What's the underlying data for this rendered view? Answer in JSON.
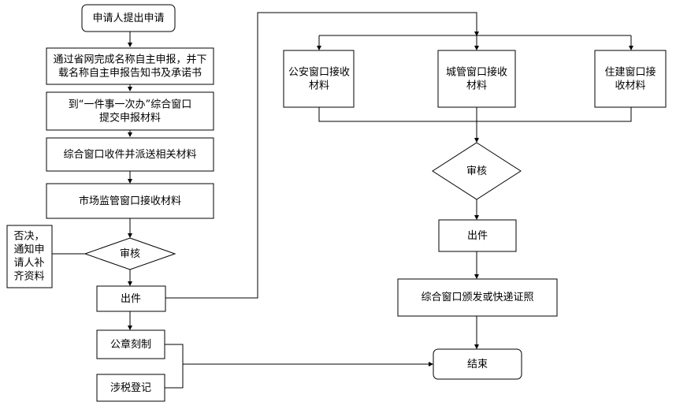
{
  "nodes": {
    "start": {
      "lines": [
        "申请人提出申请"
      ]
    },
    "online": {
      "lines": [
        "通过省网完成名称自主申报，并下",
        "载名称自主申报告知书及承诺书"
      ]
    },
    "submit": {
      "lines": [
        "到“一件事一次办”综合窗口",
        "提交申报材料"
      ]
    },
    "dispatch": {
      "lines": [
        "综合窗口收件并派送相关材料"
      ]
    },
    "market": {
      "lines": [
        "市场监管窗口接收材料"
      ]
    },
    "review1": {
      "lines": [
        "审核"
      ]
    },
    "reject": {
      "lines": [
        "否决，",
        "通知申",
        "请人补",
        "齐资料"
      ]
    },
    "issue1": {
      "lines": [
        "出件"
      ]
    },
    "seal": {
      "lines": [
        "公章刻制"
      ]
    },
    "tax": {
      "lines": [
        "涉税登记"
      ]
    },
    "police": {
      "lines": [
        "公安窗口接收",
        "材料"
      ]
    },
    "urban": {
      "lines": [
        "城管窗口接收",
        "材料"
      ]
    },
    "housing": {
      "lines": [
        "住建窗口接",
        "收材料"
      ]
    },
    "review2": {
      "lines": [
        "审核"
      ]
    },
    "issue2": {
      "lines": [
        "出件"
      ]
    },
    "deliver": {
      "lines": [
        "综合窗口颁发或快递证照"
      ]
    },
    "end": {
      "lines": [
        "结束"
      ]
    }
  }
}
